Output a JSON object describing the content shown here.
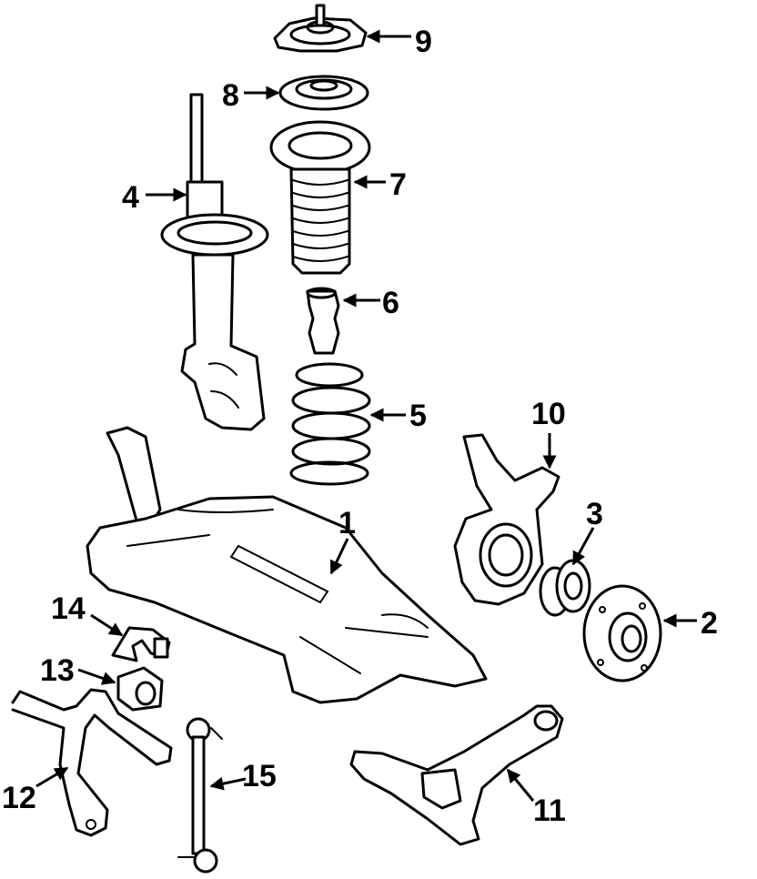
{
  "callouts": [
    {
      "id": "1",
      "label": "1"
    },
    {
      "id": "2",
      "label": "2"
    },
    {
      "id": "3",
      "label": "3"
    },
    {
      "id": "4",
      "label": "4"
    },
    {
      "id": "5",
      "label": "5"
    },
    {
      "id": "6",
      "label": "6"
    },
    {
      "id": "7",
      "label": "7"
    },
    {
      "id": "8",
      "label": "8"
    },
    {
      "id": "9",
      "label": "9"
    },
    {
      "id": "10",
      "label": "10"
    },
    {
      "id": "11",
      "label": "11"
    },
    {
      "id": "12",
      "label": "12"
    },
    {
      "id": "13",
      "label": "13"
    },
    {
      "id": "14",
      "label": "14"
    },
    {
      "id": "15",
      "label": "15"
    }
  ],
  "colors": {
    "ink": "#000000",
    "background": "#ffffff"
  }
}
